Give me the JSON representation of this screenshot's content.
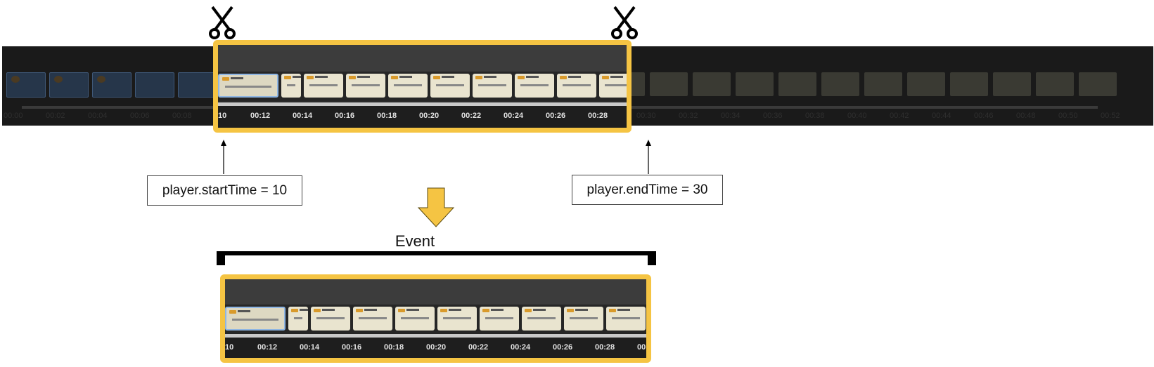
{
  "full_timeline": {
    "ticks": [
      "00:00",
      "00:02",
      "00:04",
      "00:06",
      "00:08",
      "00:10",
      "00:12",
      "00:14",
      "00:16",
      "00:18",
      "00:20",
      "00:22",
      "00:24",
      "00:26",
      "00:28",
      "00:30",
      "00:32",
      "00:34",
      "00:36",
      "00:38",
      "00:40",
      "00:42",
      "00:44",
      "00:46",
      "00:48",
      "00:50",
      "00:52"
    ]
  },
  "clip": {
    "ticks": [
      "10",
      "00:12",
      "00:14",
      "00:16",
      "00:18",
      "00:20",
      "00:22",
      "00:24",
      "00:26",
      "00:28",
      "00"
    ],
    "highlight_color": "#f5c443"
  },
  "callouts": {
    "start": "player.startTime = 10",
    "end": "player.endTime = 30"
  },
  "event_label": "Event",
  "icons": [
    "scissors-icon",
    "arrow-up-icon",
    "arrow-down-icon",
    "bracket-icon"
  ]
}
